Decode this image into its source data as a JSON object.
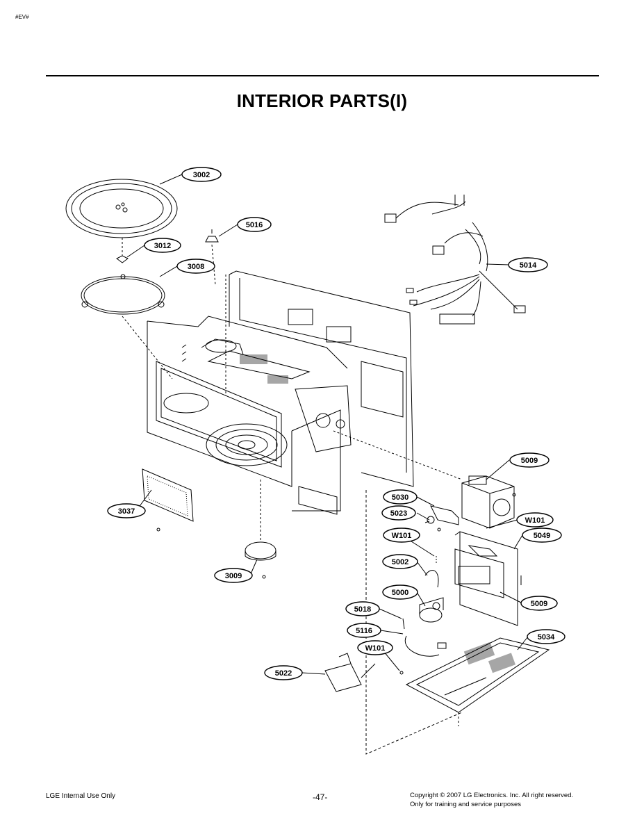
{
  "header": {
    "corner_mark": "#EV#",
    "title": "INTERIOR PARTS(I)"
  },
  "diagram": {
    "callouts": [
      {
        "id": "3002"
      },
      {
        "id": "5016"
      },
      {
        "id": "3012"
      },
      {
        "id": "3008"
      },
      {
        "id": "5014"
      },
      {
        "id": "5009"
      },
      {
        "id": "5030"
      },
      {
        "id": "5023"
      },
      {
        "id": "W101"
      },
      {
        "id": "5049"
      },
      {
        "id": "W101"
      },
      {
        "id": "5002"
      },
      {
        "id": "5000"
      },
      {
        "id": "5009"
      },
      {
        "id": "5018"
      },
      {
        "id": "5116"
      },
      {
        "id": "5034"
      },
      {
        "id": "W101"
      },
      {
        "id": "5022"
      },
      {
        "id": "3037"
      },
      {
        "id": "3009"
      }
    ]
  },
  "footer": {
    "left": "LGE Internal Use Only",
    "page": "-47-",
    "copyright": "Copyright © 2007 LG Electronics. Inc. All right reserved.",
    "notice": "Only for training and service purposes"
  }
}
